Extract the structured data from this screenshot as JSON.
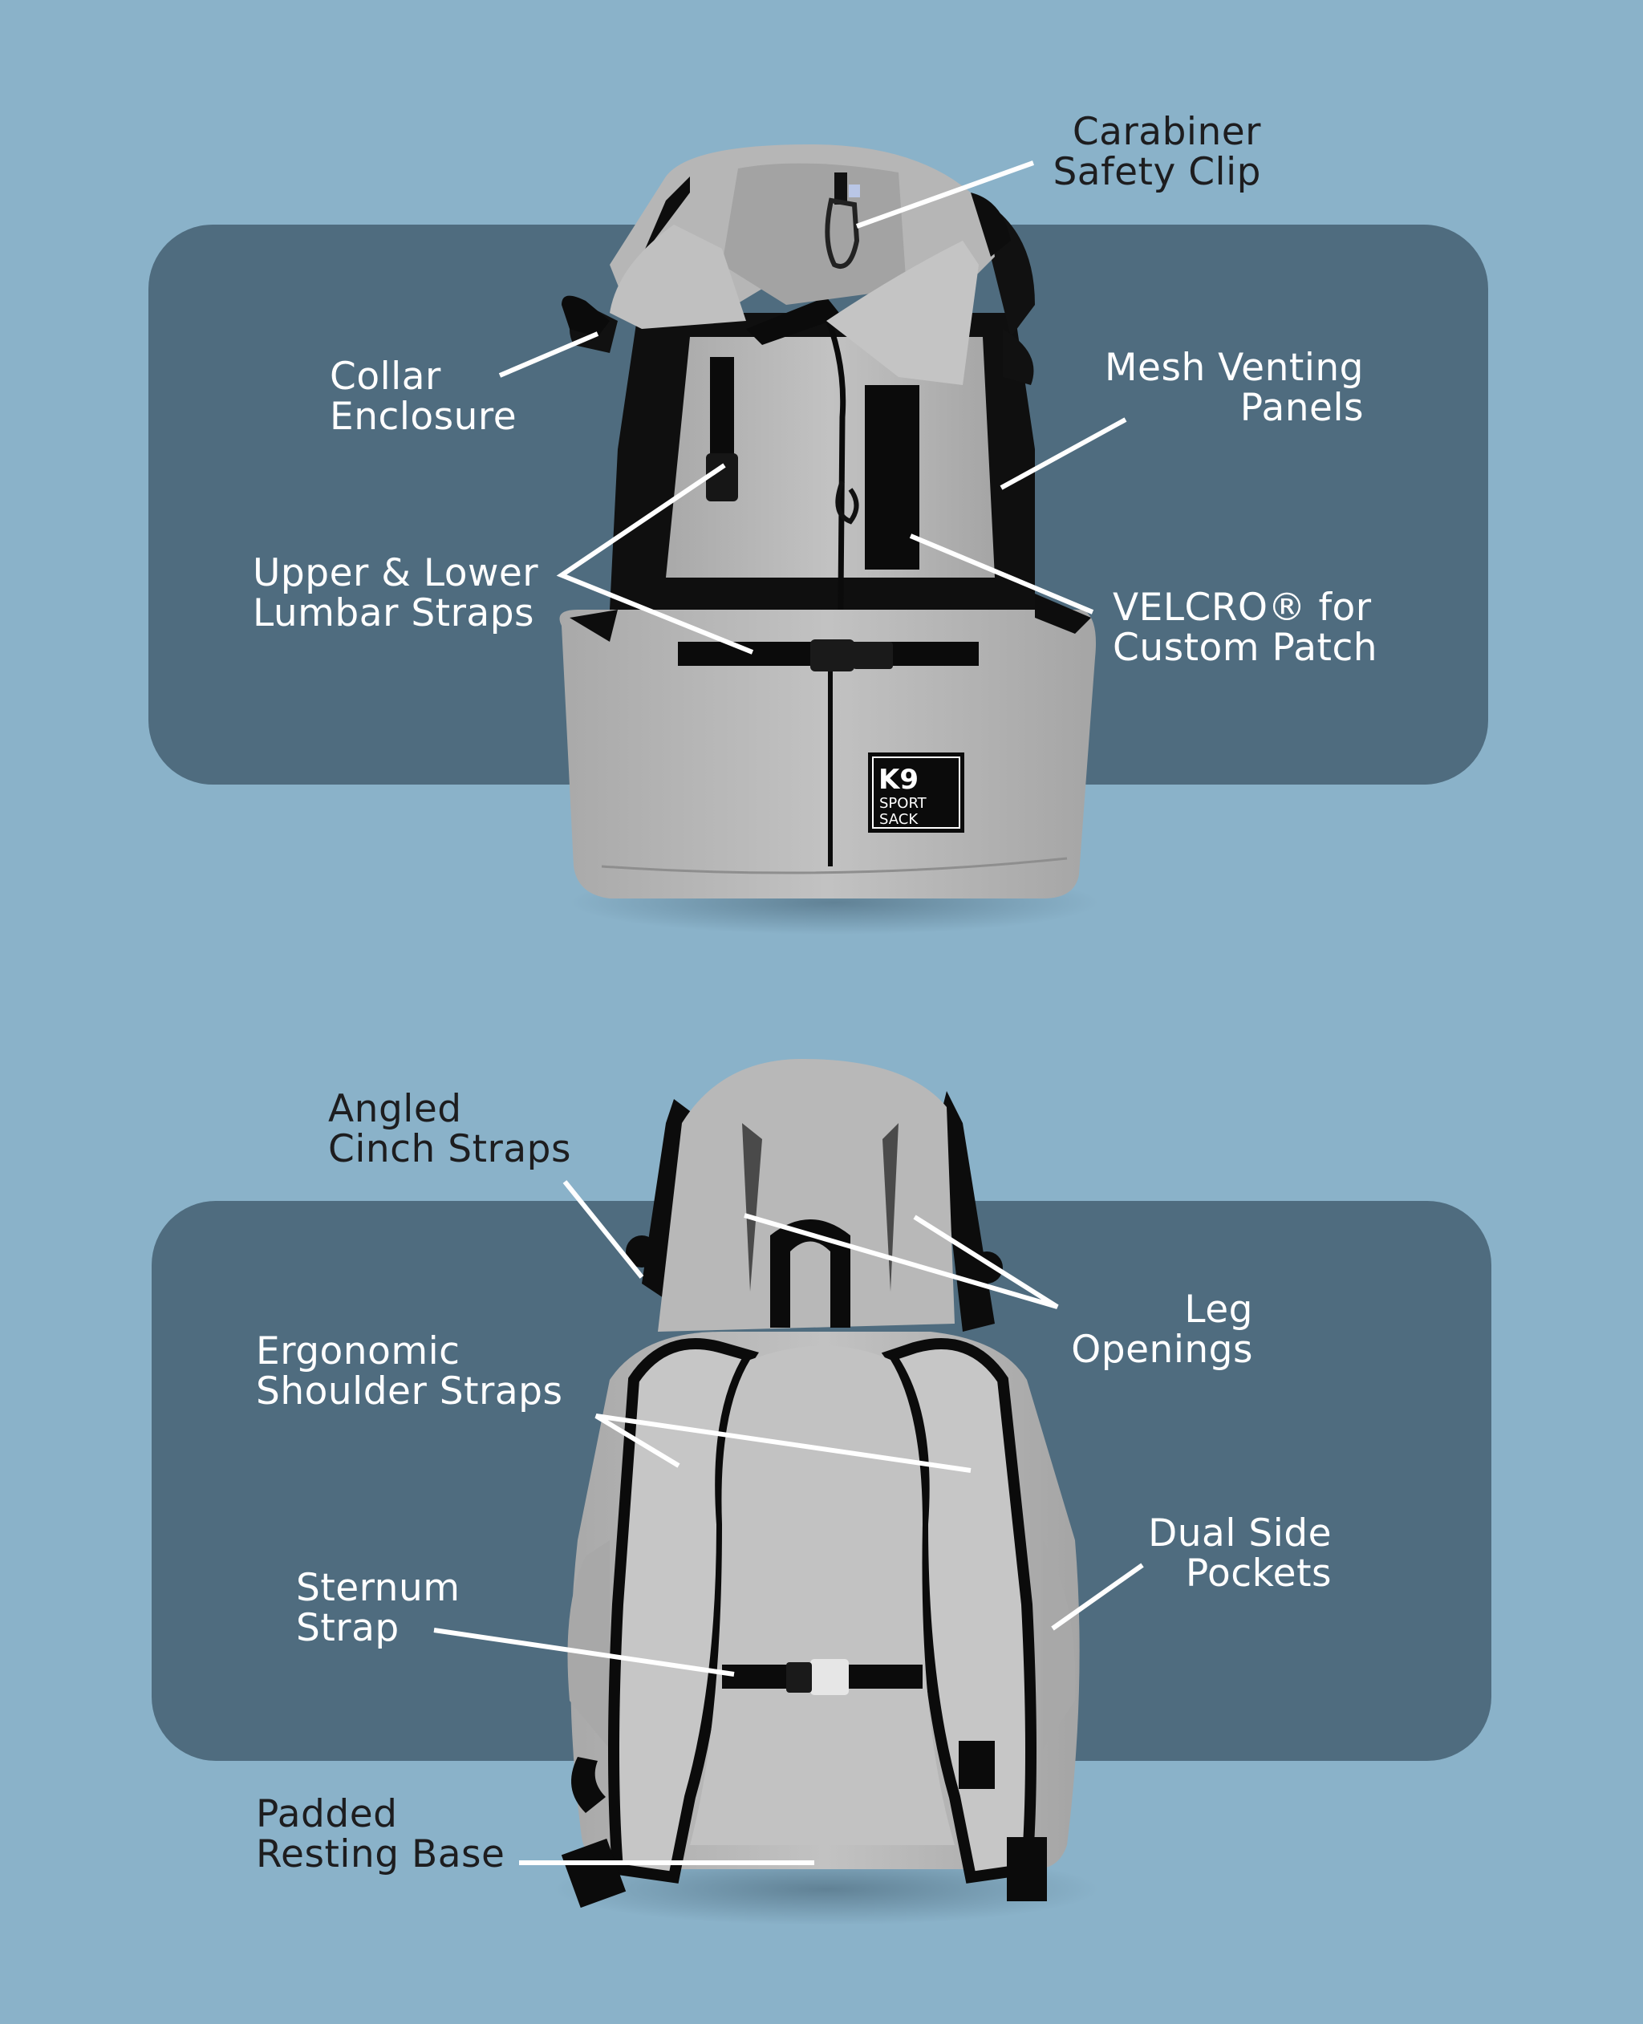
{
  "colors": {
    "background": "#8AB2C9",
    "panel": "#4F6C7F",
    "fabric": "#B9B9B9",
    "fabric_shade": "#9E9E9E",
    "strap": "#0E0E0E",
    "callout_line": "#FFFFFF",
    "text_dark": "#1D1D1F",
    "text_light": "#FFFFFF"
  },
  "front_view": {
    "logo": {
      "line1": "K9",
      "line2": "SPORT",
      "line3": "SACK"
    },
    "labels": {
      "carabiner": {
        "line1": "Carabiner",
        "line2": "Safety Clip"
      },
      "collar": {
        "line1": "Collar",
        "line2": "Enclosure"
      },
      "mesh": {
        "line1": "Mesh Venting",
        "line2": "Panels"
      },
      "lumbar": {
        "line1": "Upper & Lower",
        "line2": "Lumbar Straps"
      },
      "velcro": {
        "line1": "VELCRO® for",
        "line2": "Custom Patch"
      }
    }
  },
  "back_view": {
    "labels": {
      "cinch": {
        "line1": "Angled",
        "line2": "Cinch Straps"
      },
      "leg": {
        "line1": "Leg",
        "line2": "Openings"
      },
      "shoulder": {
        "line1": "Ergonomic",
        "line2": "Shoulder Straps"
      },
      "pockets": {
        "line1": "Dual Side",
        "line2": "Pockets"
      },
      "sternum": {
        "line1": "Sternum",
        "line2": "Strap"
      },
      "base": {
        "line1": "Padded",
        "line2": "Resting Base"
      }
    }
  }
}
